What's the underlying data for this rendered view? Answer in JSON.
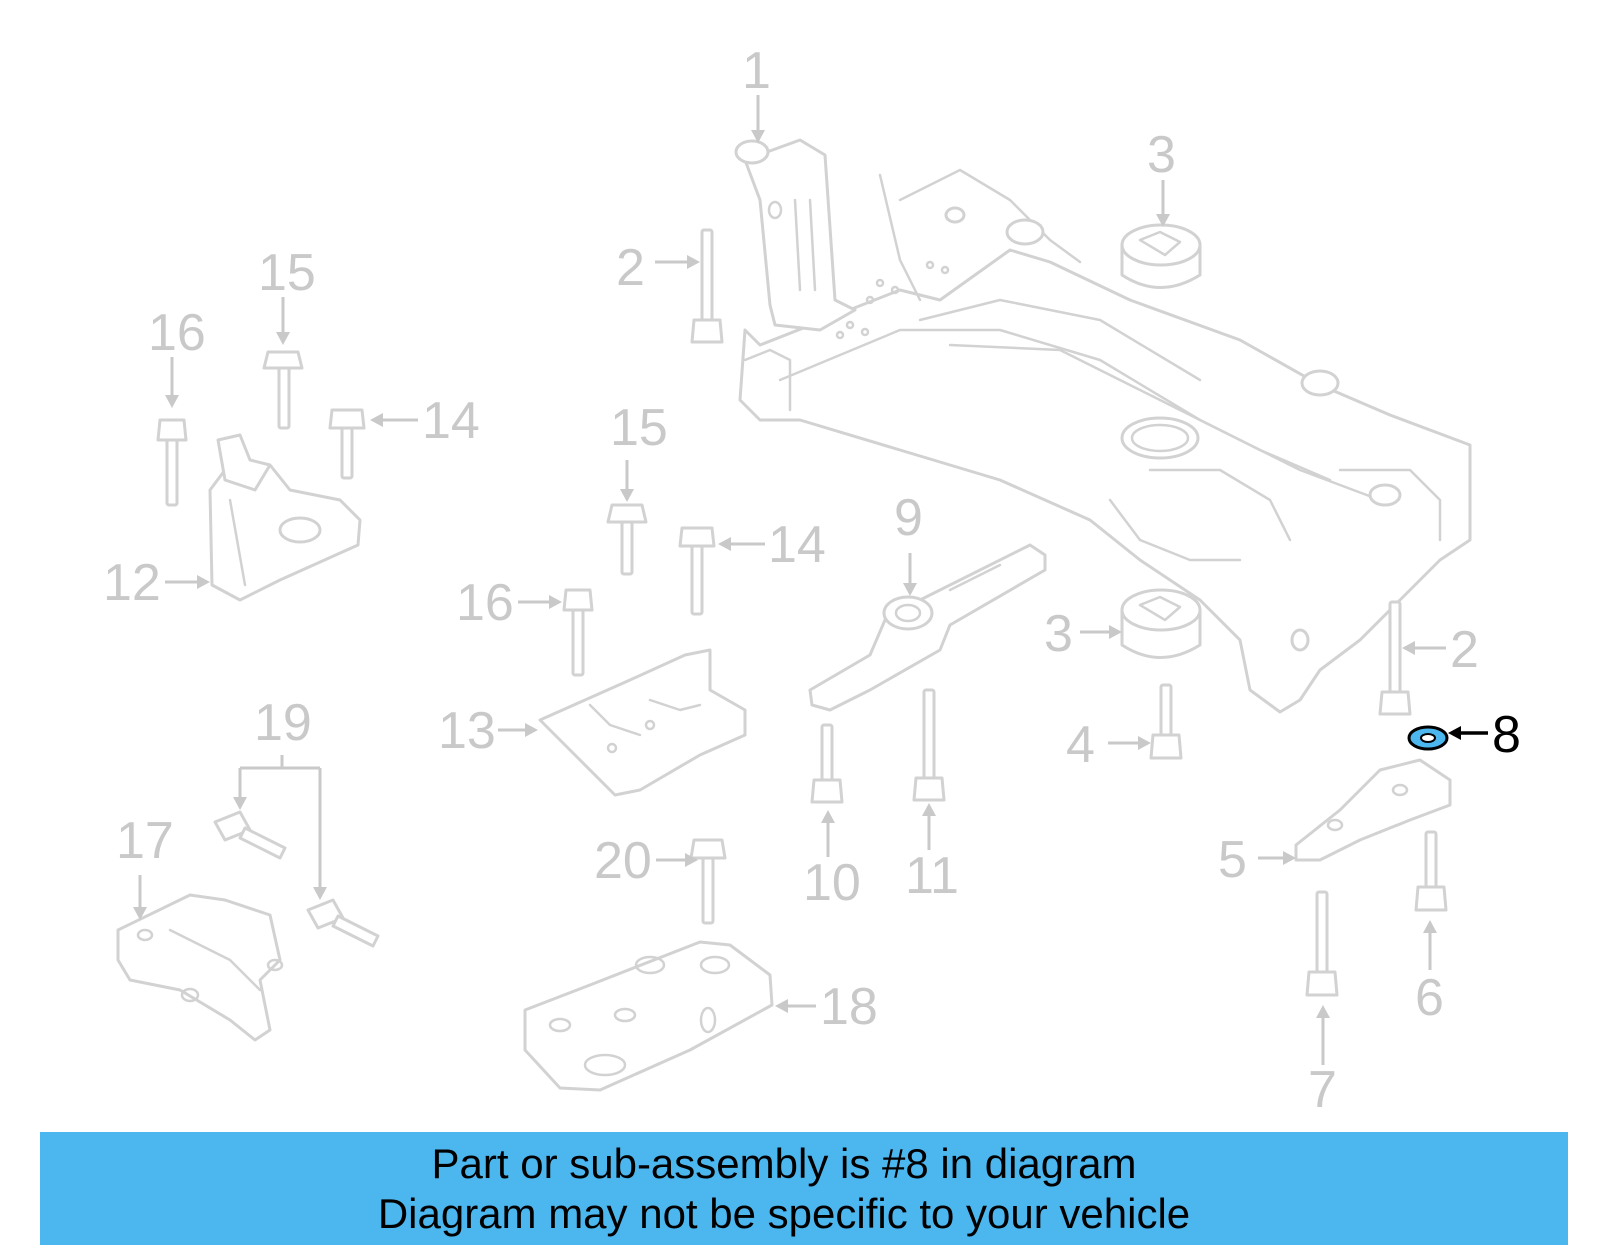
{
  "diagram": {
    "highlight_color": "#4cb6ee",
    "label_color": "#c9c9c9",
    "highlighted_callout": "8",
    "callouts": [
      "1",
      "2",
      "3",
      "15",
      "16",
      "14",
      "12",
      "15",
      "14",
      "16",
      "13",
      "9",
      "3",
      "2",
      "8",
      "4",
      "19",
      "17",
      "20",
      "10",
      "11",
      "5",
      "6",
      "18",
      "7"
    ]
  },
  "banner": {
    "line1": "Part or sub-assembly is #8 in diagram",
    "line2": "Diagram may not be specific to your vehicle",
    "background": "#4cb6ee"
  }
}
